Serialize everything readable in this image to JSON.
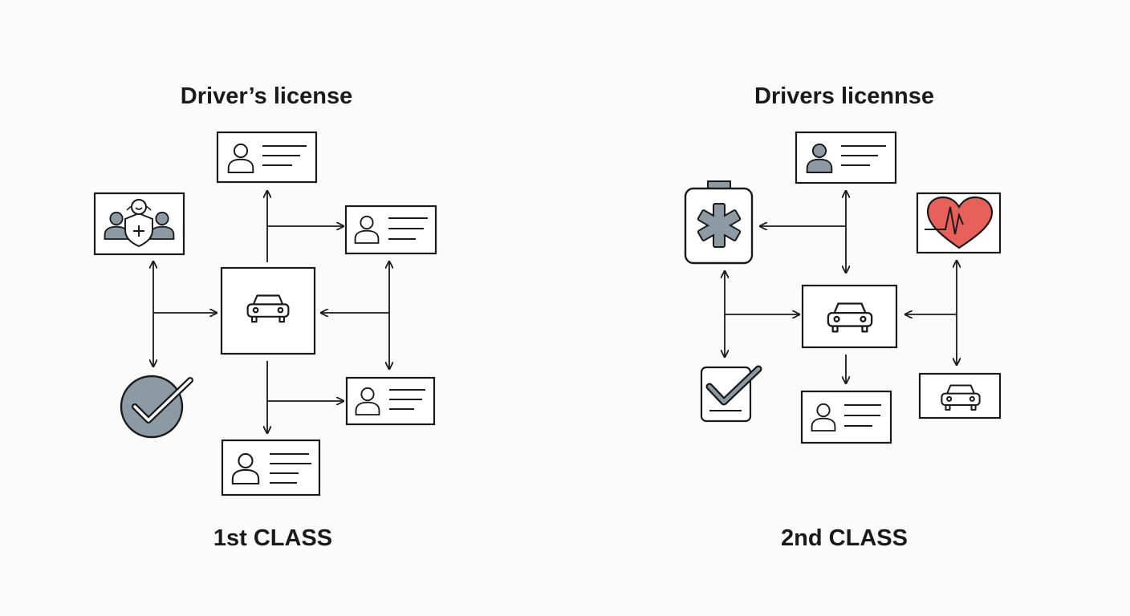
{
  "left": {
    "title": "Driver’s license",
    "caption": "1st CLASS"
  },
  "right": {
    "title": "Drivers licennse",
    "caption": "2nd CLASS"
  },
  "colors": {
    "line": "#1a1a1a",
    "fill_gray": "#8c9aa3",
    "heart": "#e8605a",
    "background": "#fbfbfb"
  },
  "icons": [
    "person-card-icon",
    "car-icon",
    "group-shield-icon",
    "check-circle-icon",
    "medical-kit-icon",
    "heart-pulse-icon",
    "checkbox-icon"
  ]
}
